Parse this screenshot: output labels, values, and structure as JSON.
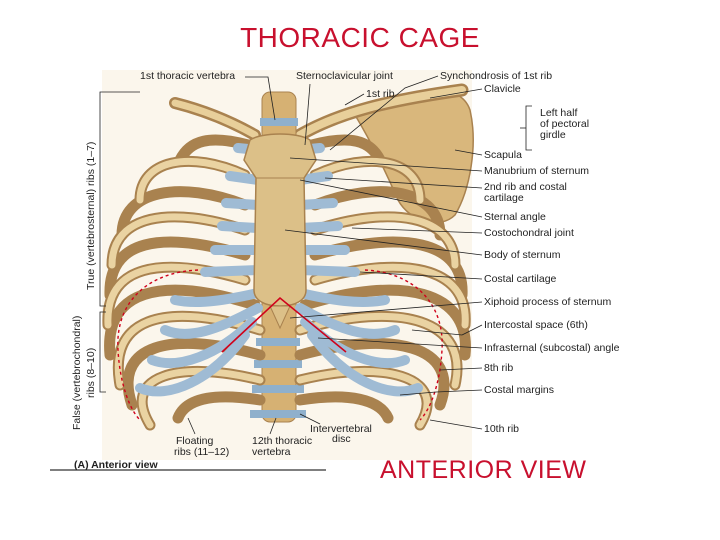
{
  "title": "THORACIC CAGE",
  "subtitle": "ANTERIOR  VIEW",
  "panel_caption": "(A) Anterior view",
  "side_labels": {
    "true_ribs": "True (vertebrosternal) ribs (1–7)",
    "false_ribs_line1": "False (vertebrochondral)",
    "false_ribs_line2": "ribs (8–10)"
  },
  "top_labels": {
    "first_thoracic_vertebra": "1st thoracic vertebra",
    "sternoclavicular_joint": "Sternoclavicular joint",
    "synchondrosis": "Synchondrosis of 1st rib",
    "first_rib": "1st rib"
  },
  "right_labels": {
    "clavicle": "Clavicle",
    "left_half_line1": "Left half",
    "left_half_line2": "of pectoral",
    "left_half_line3": "girdle",
    "scapula": "Scapula",
    "manubrium": "Manubrium of sternum",
    "second_rib_line1": "2nd rib and costal",
    "second_rib_line2": "cartilage",
    "sternal_angle": "Sternal angle",
    "costochondral_joint": "Costochondral joint",
    "body_of_sternum": "Body of sternum",
    "costal_cartilage": "Costal cartilage",
    "xiphoid": "Xiphoid process of sternum",
    "intercostal_space": "Intercostal space (6th)",
    "infrasternal_angle": "Infrasternal (subcostal) angle",
    "eighth_rib": "8th rib",
    "costal_margins": "Costal margins",
    "tenth_rib": "10th rib"
  },
  "bottom_labels": {
    "floating_line1": "Floating",
    "floating_line2": "ribs (11–12)",
    "twelfth_line1": "12th thoracic",
    "twelfth_line2": "vertebra",
    "ivd_line1": "Intervertebral",
    "ivd_line2": "disc"
  },
  "colors": {
    "title_red": "#c8102e",
    "bone": "#d9b77c",
    "cartilage": "#9fbbd4",
    "angle_line": "#d0021b"
  }
}
